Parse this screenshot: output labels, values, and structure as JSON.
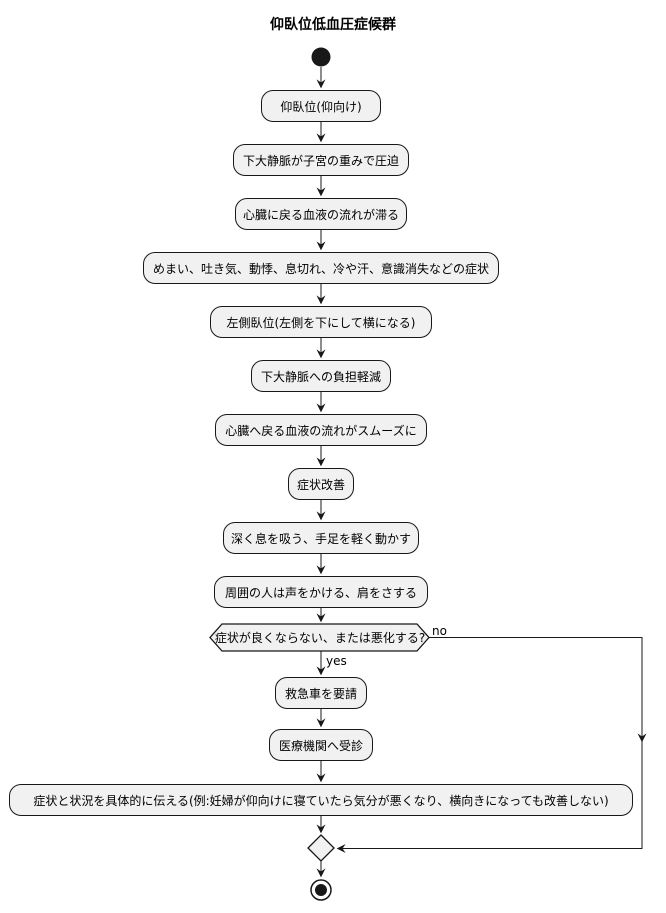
{
  "diagram": {
    "title": "仰臥位低血圧症候群",
    "colors": {
      "background": "#ffffff",
      "node_fill": "#f1f1f1",
      "node_border": "#181818",
      "edge": "#181818",
      "text": "#000000"
    },
    "start_marker": "filled-circle",
    "end_marker": "bullseye-circle",
    "merge_marker": "diamond",
    "nodes": [
      {
        "id": "supine-position",
        "label": "仰臥位(仰向け)"
      },
      {
        "id": "vena-cava-compressed",
        "label": "下大静脈が子宮の重みで圧迫"
      },
      {
        "id": "venous-return-stagnates",
        "label": "心臓に戻る血液の流れが滞る"
      },
      {
        "id": "symptoms-list",
        "label": "めまい、吐き気、動悸、息切れ、冷や汗、意識消失などの症状"
      },
      {
        "id": "left-lateral-position",
        "label": "左側臥位(左側を下にして横になる)"
      },
      {
        "id": "vena-cava-load-reduced",
        "label": "下大静脈への負担軽減"
      },
      {
        "id": "venous-return-smooth",
        "label": "心臓へ戻る血液の流れがスムーズに"
      },
      {
        "id": "symptom-improvement",
        "label": "症状改善"
      },
      {
        "id": "breathe-and-move",
        "label": "深く息を吸う、手足を軽く動かす"
      },
      {
        "id": "bystander-care",
        "label": "周囲の人は声をかける、肩をさする"
      },
      {
        "id": "call-ambulance",
        "label": "救急車を要請"
      },
      {
        "id": "visit-medical-facility",
        "label": "医療機関へ受診"
      },
      {
        "id": "explain-symptoms",
        "label": "症状と状況を具体的に伝える(例:妊婦が仰向けに寝ていたら気分が悪くなり、横向きになっても改善しない)"
      }
    ],
    "decision": {
      "label": "症状が良くならない、または悪化する?",
      "yes_label": "yes",
      "no_label": "no"
    }
  }
}
